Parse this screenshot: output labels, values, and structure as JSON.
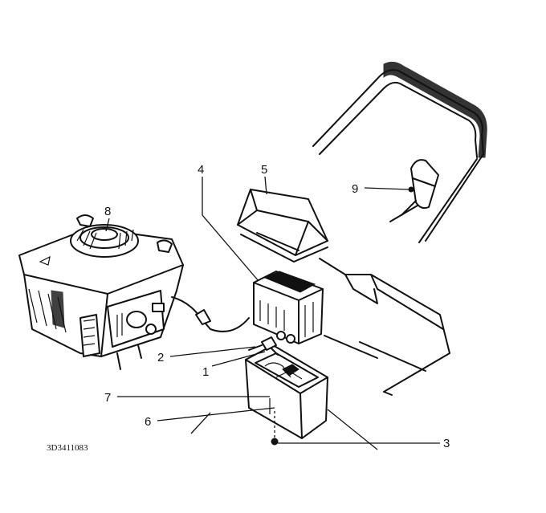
{
  "figure": {
    "reference_code": "3D3411083",
    "callouts": [
      {
        "id": "1",
        "label": "1"
      },
      {
        "id": "2",
        "label": "2"
      },
      {
        "id": "3",
        "label": "3"
      },
      {
        "id": "4",
        "label": "4"
      },
      {
        "id": "5",
        "label": "5"
      },
      {
        "id": "6",
        "label": "6"
      },
      {
        "id": "7",
        "label": "7"
      },
      {
        "id": "8",
        "label": "8"
      },
      {
        "id": "9",
        "label": "9"
      }
    ]
  }
}
